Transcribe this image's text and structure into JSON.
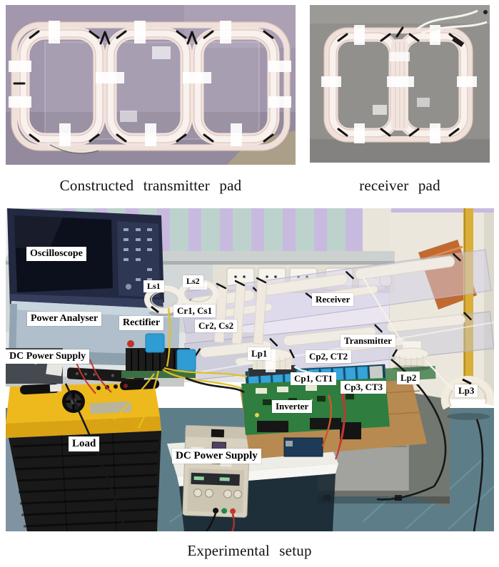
{
  "figure": {
    "caption_transmitter": "Constructed transmitter pad",
    "caption_receiver": "receiver pad",
    "caption_setup": "Experimental setup"
  },
  "setup_labels": {
    "oscilloscope": "Oscilloscope",
    "power_analyser": "Power Analyser",
    "dc_power_supply_left": "DC Power Supply",
    "load": "Load",
    "rectifier": "Rectifier",
    "ls1": "Ls1",
    "ls2": "Ls2",
    "cr1_cs1": "Cr1, Cs1",
    "cr2_cs2": "Cr2, Cs2",
    "lp1": "Lp1",
    "lp2": "Lp2",
    "lp3": "Lp3",
    "cp1_ct1": "Cp1, CT1",
    "cp2_ct2": "Cp2, CT2",
    "cp3_ct3": "Cp3, CT3",
    "inverter": "Inverter",
    "receiver": "Receiver",
    "transmitter": "Transmitter",
    "dc_power_supply_bottom": "DC Power Supply"
  },
  "palette": {
    "label_bg": "#ffffff",
    "label_text": "#000000",
    "curtain_lavender": "#c8badf",
    "blind_teal": "#b5d2c6",
    "coil_white": "#f2e3df",
    "pad_floor_purple": "#a297ad",
    "pad_floor_gray": "#91908c",
    "load_yellow": "#eeb91c",
    "pcb_green": "#2f7d3f",
    "capacitor_blue": "#36a4da",
    "floor_teal": "#5d7e88",
    "wire_yellow": "#e7bf1e",
    "wire_red": "#c23830",
    "brick_orange": "#c06a31"
  }
}
